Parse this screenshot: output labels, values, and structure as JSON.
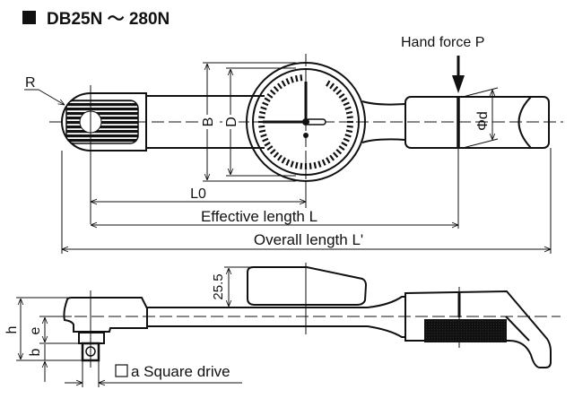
{
  "title": "DB25N ～ 280N",
  "colors": {
    "ink": "#111111",
    "background": "#ffffff"
  },
  "top_view": {
    "labels": {
      "radius": "R",
      "width_b": "B",
      "dial_d": "D",
      "grip_diameter": "Φd",
      "hand_force": "Hand force P",
      "l0": "L0",
      "effective_length": "Effective length L",
      "overall_length": "Overall length L'"
    }
  },
  "side_view": {
    "labels": {
      "height_h": "h",
      "offset_e": "e",
      "offset_b": "b",
      "dial_height": "25.5",
      "square_drive": "a Square drive"
    }
  }
}
